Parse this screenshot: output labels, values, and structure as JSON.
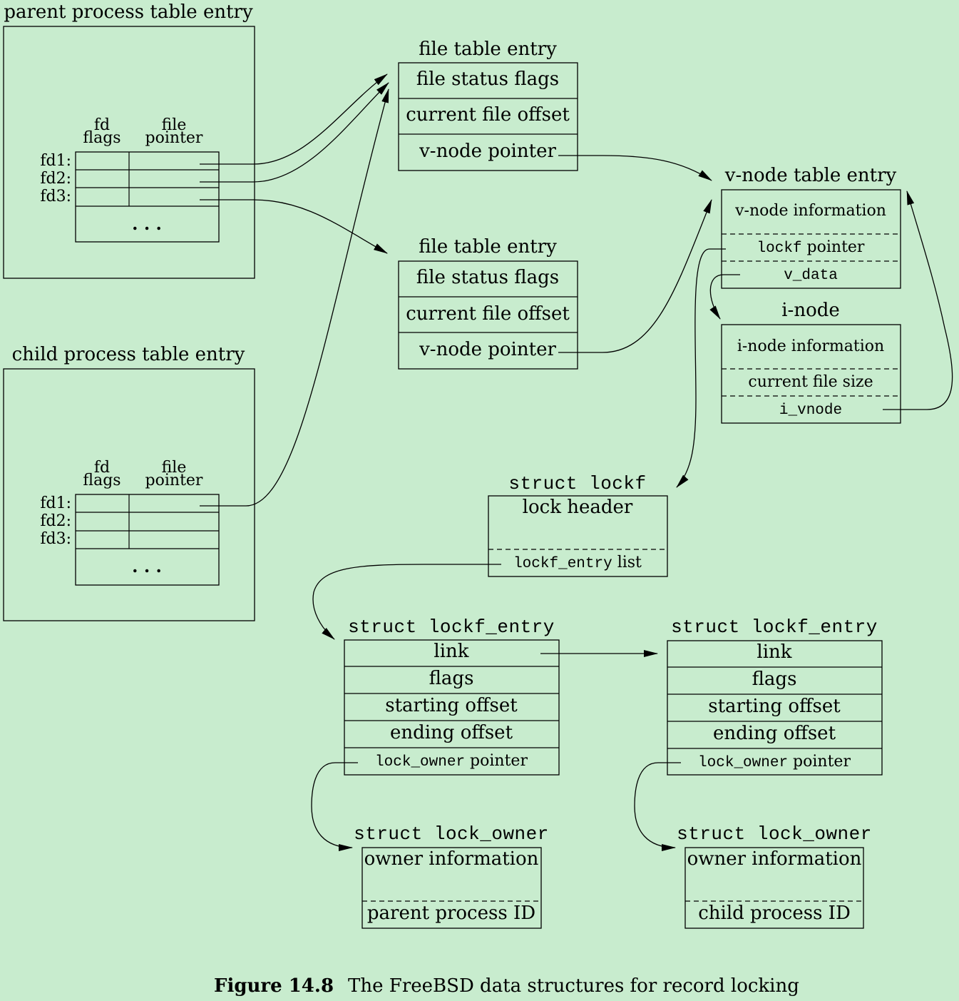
{
  "parent": {
    "title": "parent process table entry",
    "col_fd_flags": [
      "fd",
      "flags"
    ],
    "col_file_pointer": [
      "file",
      "pointer"
    ],
    "rows": [
      "fd1:",
      "fd2:",
      "fd3:"
    ],
    "ellipsis": ". . ."
  },
  "child": {
    "title": "child process table entry",
    "col_fd_flags": [
      "fd",
      "flags"
    ],
    "col_file_pointer": [
      "file",
      "pointer"
    ],
    "rows": [
      "fd1:",
      "fd2:",
      "fd3:"
    ],
    "ellipsis": ". . ."
  },
  "file_table_1": {
    "title": "file table entry",
    "fields": [
      "file status flags",
      "current file offset",
      "v-node pointer"
    ]
  },
  "file_table_2": {
    "title": "file table entry",
    "fields": [
      "file status flags",
      "current file offset",
      "v-node pointer"
    ]
  },
  "vnode": {
    "title": "v-node table entry",
    "info": "v-node information",
    "lockf_mono": "lockf",
    "lockf_rest": " pointer",
    "vdata": "v_data"
  },
  "inode": {
    "title": "i-node",
    "info": "i-node information",
    "size": "current file size",
    "ivnode": "i_vnode"
  },
  "lockf": {
    "title": "struct lockf",
    "header": "lock header",
    "entry_mono": "lockf_entry",
    "entry_rest": " list"
  },
  "lockf_entry_1": {
    "title": "struct lockf_entry",
    "fields": [
      "link",
      "flags",
      "starting offset",
      "ending offset"
    ],
    "owner_mono": "lock_owner",
    "owner_rest": " pointer"
  },
  "lockf_entry_2": {
    "title": "struct lockf_entry",
    "fields": [
      "link",
      "flags",
      "starting offset",
      "ending offset"
    ],
    "owner_mono": "lock_owner",
    "owner_rest": " pointer"
  },
  "lock_owner_1": {
    "title": "struct lock_owner",
    "info": "owner information",
    "pid": "parent process ID"
  },
  "lock_owner_2": {
    "title": "struct lock_owner",
    "info": "owner information",
    "pid": "child process ID"
  },
  "caption": {
    "label": "Figure 14.8",
    "text": "The FreeBSD data structures for record locking"
  }
}
